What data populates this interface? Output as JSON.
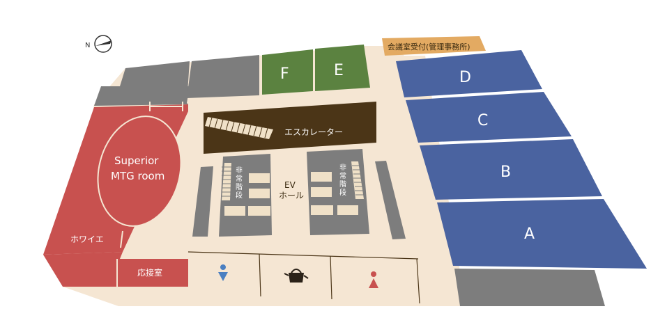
{
  "compass": {
    "label": "N"
  },
  "rooms": {
    "A": "A",
    "B": "B",
    "C": "C",
    "D": "D",
    "E": "E",
    "F": "F",
    "superior_line1": "Superior",
    "superior_line2": "MTG room",
    "foyer": "ホワイエ",
    "reception_room": "応接室",
    "meeting_reception": "会議室受付(管理事務所)",
    "escalator": "エスカレーター",
    "ev_line1": "EV",
    "ev_line2": "ホール",
    "stairs_left": [
      "非",
      "常",
      "階",
      "段"
    ],
    "stairs_right": [
      "非",
      "常",
      "階",
      "段"
    ]
  },
  "icons": {
    "male_toilet": "male-toilet-icon",
    "kettle": "kettle-icon",
    "female_toilet": "female-toilet-icon",
    "compass": "compass-icon"
  },
  "colors": {
    "floor": "#f5e6d3",
    "blue_rooms": "#4a63a0",
    "green_rooms": "#5b8240",
    "red_area": "#c8514f",
    "gray_blocks": "#7d7d7d",
    "dark_brown": "#4b3517",
    "reception_tag": "#e3aa62"
  }
}
